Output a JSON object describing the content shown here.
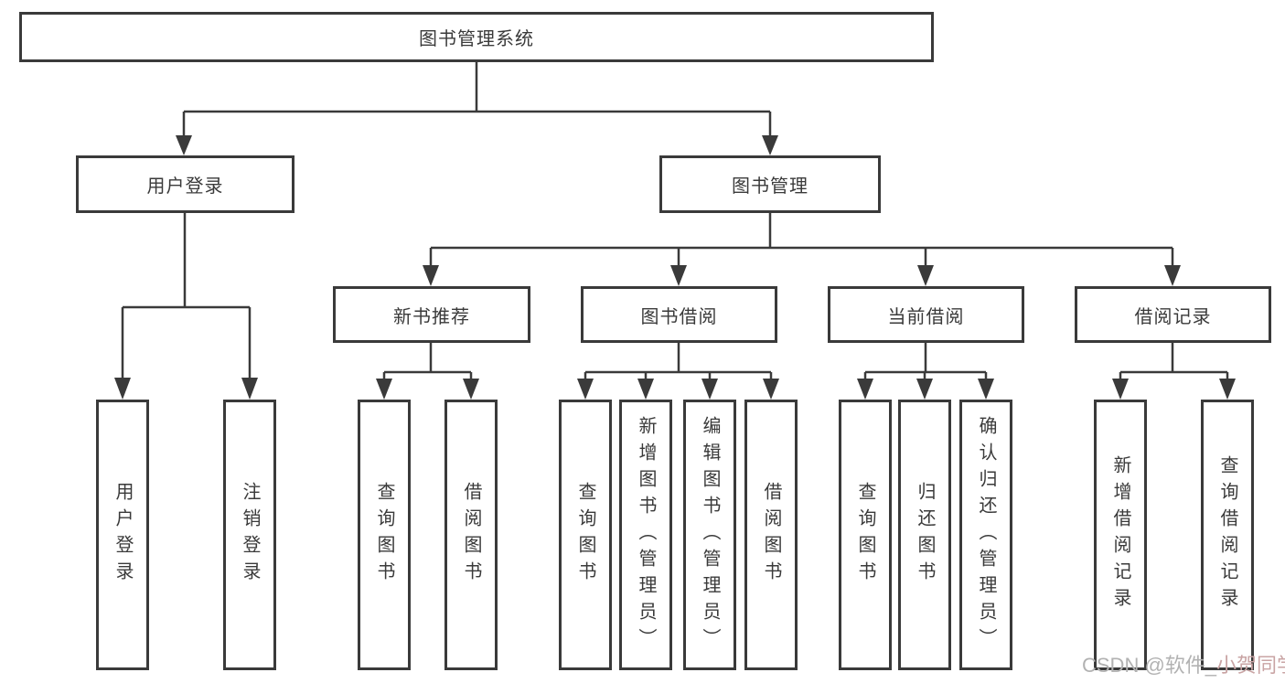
{
  "diagram": {
    "root": {
      "label": "图书管理系统"
    },
    "branches": [
      {
        "label": "用户登录",
        "children": [
          {
            "label": "用户登录"
          },
          {
            "label": "注销登录"
          }
        ]
      },
      {
        "label": "图书管理",
        "children": [
          {
            "label": "新书推荐",
            "children": [
              {
                "label": "查询图书"
              },
              {
                "label": "借阅图书"
              }
            ]
          },
          {
            "label": "图书借阅",
            "children": [
              {
                "label": "查询图书"
              },
              {
                "label": "新增图书（管理员）"
              },
              {
                "label": "编辑图书（管理员）"
              },
              {
                "label": "借阅图书"
              }
            ]
          },
          {
            "label": "当前借阅",
            "children": [
              {
                "label": "查询图书"
              },
              {
                "label": "归还图书"
              },
              {
                "label": "确认归还（管理员）"
              }
            ]
          },
          {
            "label": "借阅记录",
            "children": [
              {
                "label": "新增借阅记录"
              },
              {
                "label": "查询借阅记录"
              }
            ]
          }
        ]
      }
    ]
  },
  "watermark": {
    "prefix": "CSDN @软件_",
    "suffix": "小贺同学"
  },
  "colors": {
    "line": "#3a3a3a",
    "text": "#3a3a3a",
    "watermark": "#b2b2b2",
    "background": "#ffffff"
  }
}
